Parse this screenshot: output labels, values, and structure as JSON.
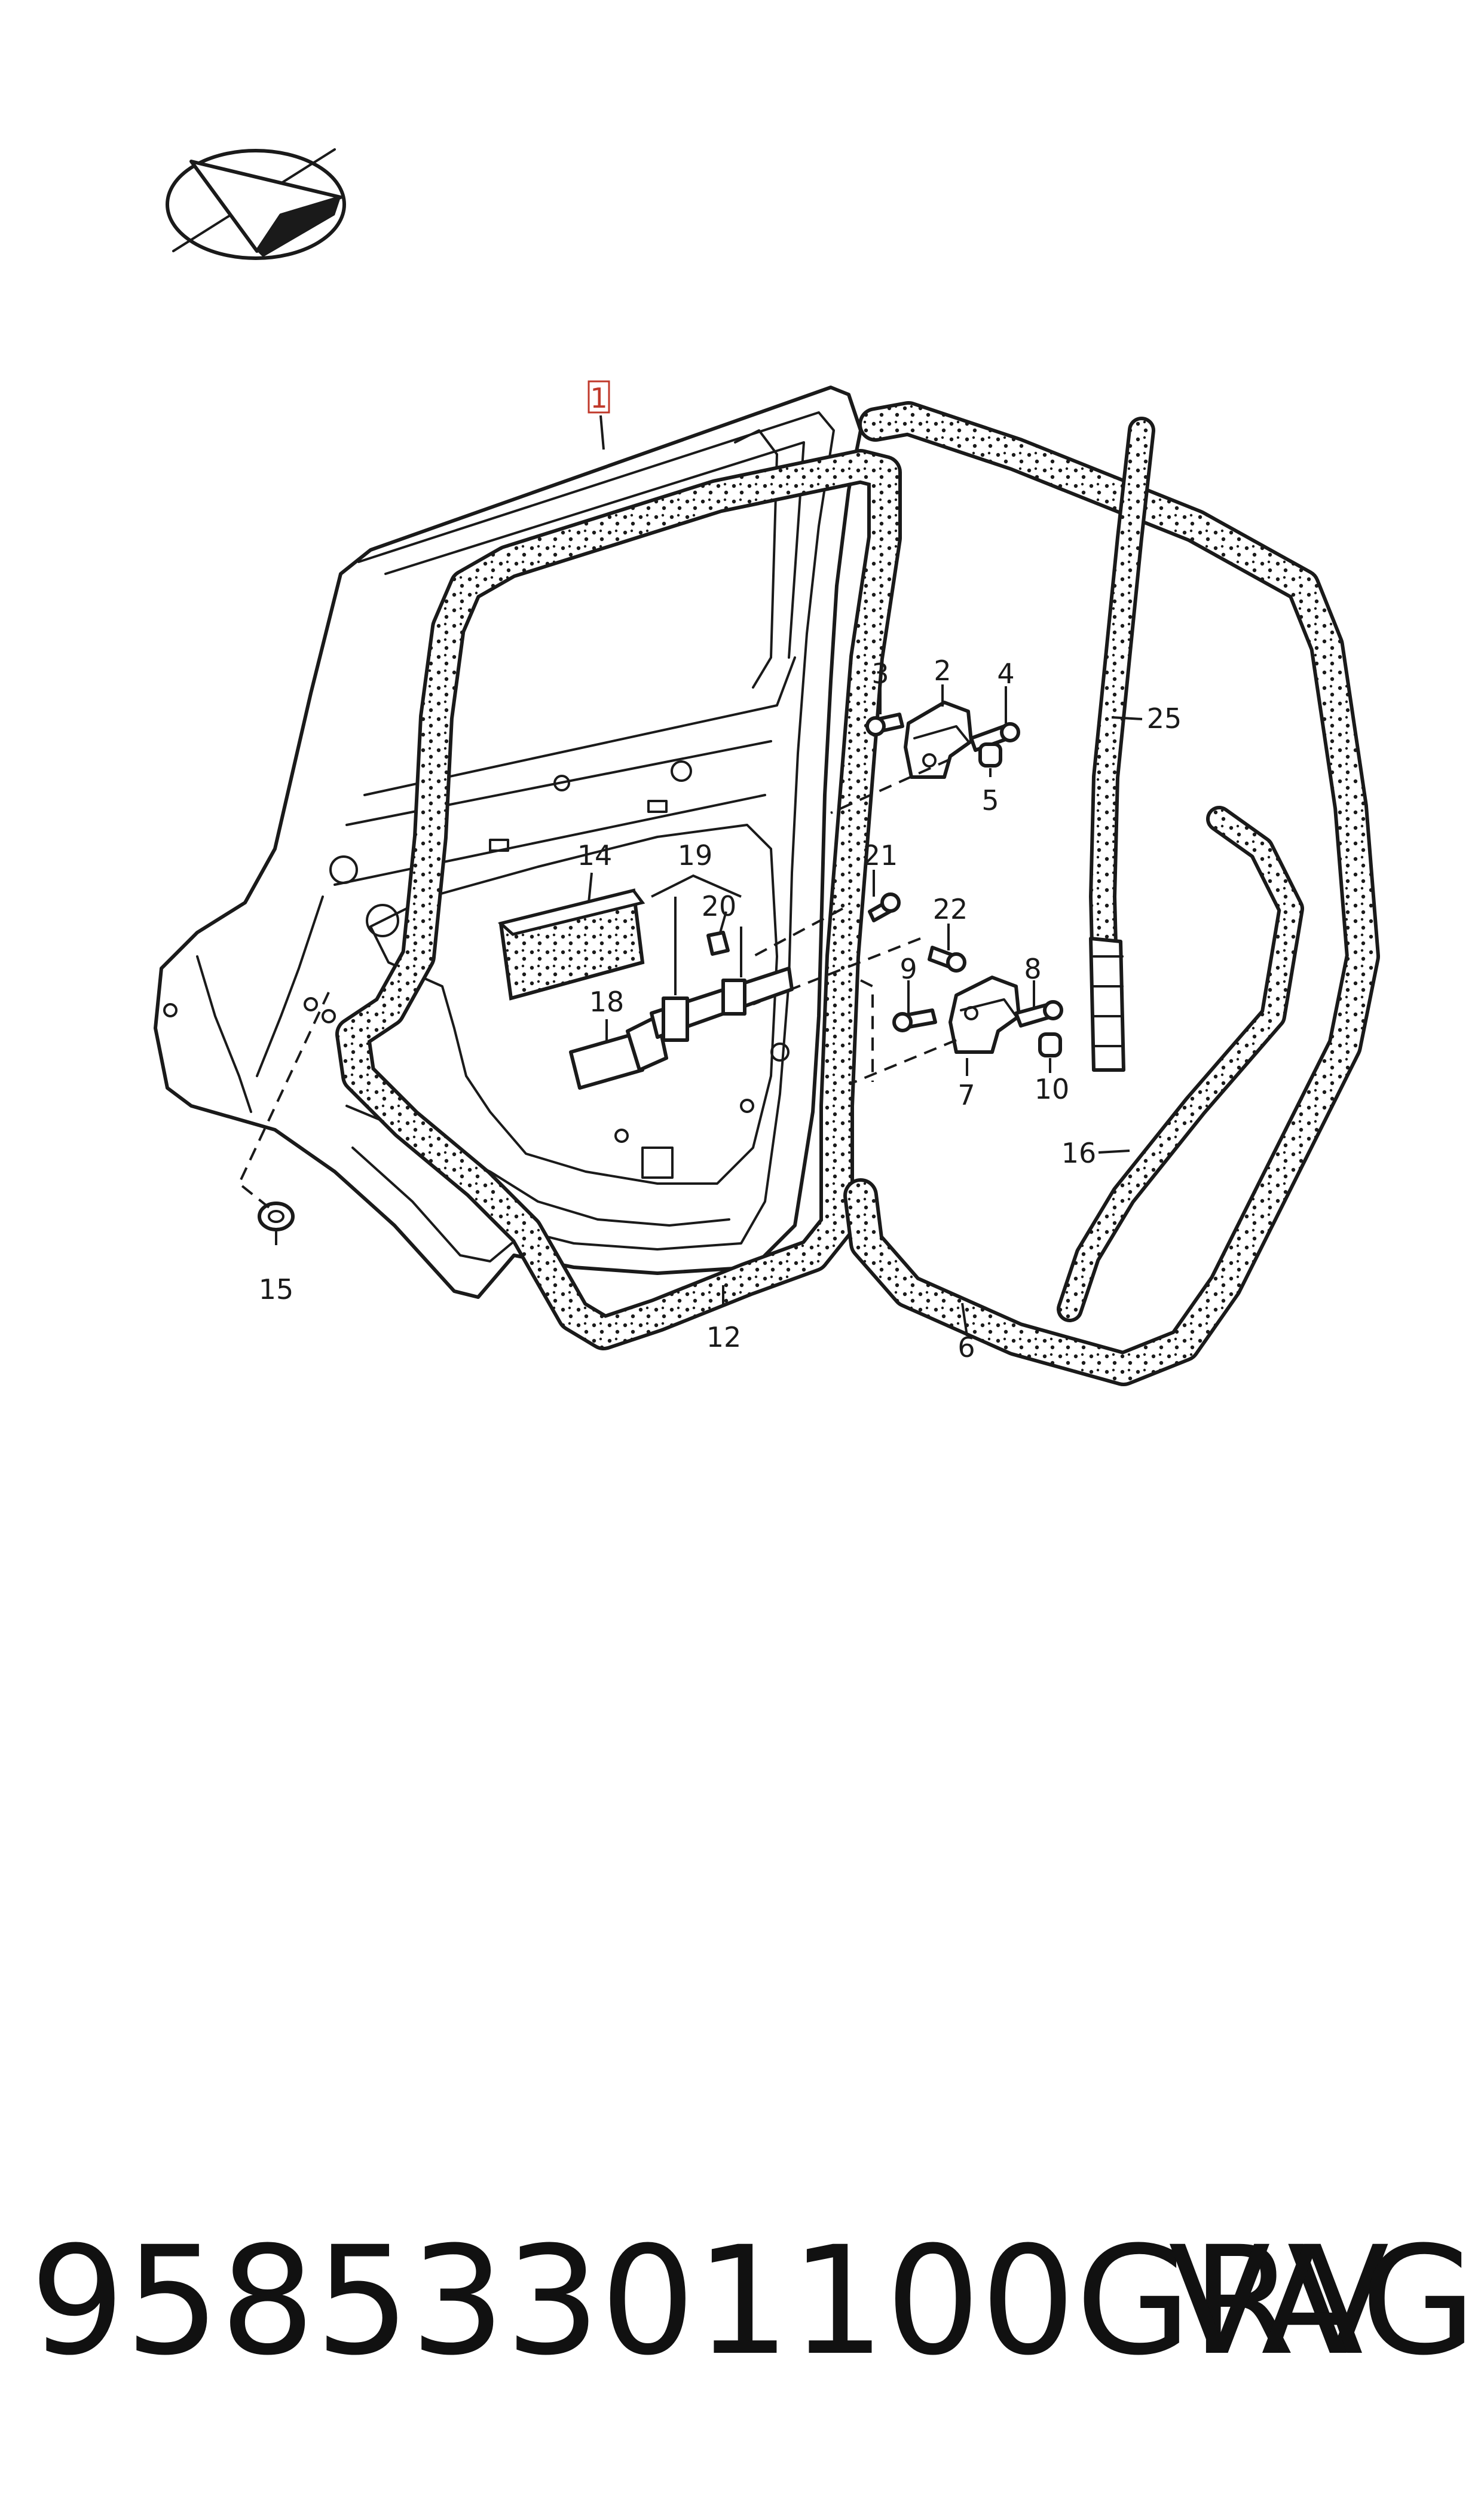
{
  "callouts": [
    {
      "id": "1",
      "label": "1",
      "boxed": true
    },
    {
      "id": "2",
      "label": "2"
    },
    {
      "id": "3",
      "label": "3"
    },
    {
      "id": "4",
      "label": "4"
    },
    {
      "id": "5",
      "label": "5"
    },
    {
      "id": "6",
      "label": "6"
    },
    {
      "id": "7",
      "label": "7"
    },
    {
      "id": "8",
      "label": "8"
    },
    {
      "id": "9",
      "label": "9"
    },
    {
      "id": "10",
      "label": "10"
    },
    {
      "id": "12",
      "label": "12"
    },
    {
      "id": "14",
      "label": "14"
    },
    {
      "id": "15",
      "label": "15"
    },
    {
      "id": "16",
      "label": "16"
    },
    {
      "id": "18",
      "label": "18"
    },
    {
      "id": "19",
      "label": "19"
    },
    {
      "id": "20",
      "label": "20"
    },
    {
      "id": "21",
      "label": "21"
    },
    {
      "id": "22",
      "label": "22"
    },
    {
      "id": "25",
      "label": "25"
    }
  ],
  "footer": {
    "part_number": "95853301100GRV",
    "brand": "VAG"
  },
  "icons": {
    "orientation": "orientation-arrow-icon"
  },
  "colors": {
    "line": "#1a1a1a",
    "highlight_box": "#c0392b",
    "background": "#ffffff"
  }
}
